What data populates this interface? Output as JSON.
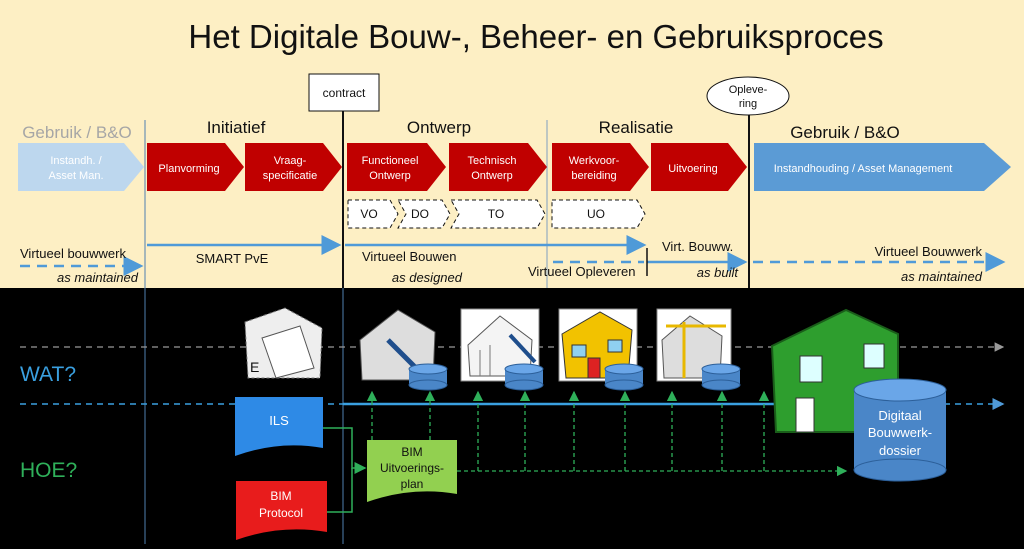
{
  "title": "Het Digitale Bouw-, Beheer- en Gebruiksproces",
  "phases": {
    "gebruik_left": "Gebruik / B&O",
    "initiatief": "Initiatief",
    "ontwerp": "Ontwerp",
    "realisatie": "Realisatie",
    "gebruik_right": "Gebruik / B&O"
  },
  "milestones": {
    "contract": "contract",
    "oplevering_line1": "Opleve-",
    "oplevering_line2": "ring"
  },
  "process_steps": {
    "instandh_line1": "Instandh. /",
    "instandh_line2": "Asset Man.",
    "planvorming": "Planvorming",
    "vraag_line1": "Vraag-",
    "vraag_line2": "specificatie",
    "functioneel_line1": "Functioneel",
    "functioneel_line2": "Ontwerp",
    "technisch_line1": "Technisch",
    "technisch_line2": "Ontwerp",
    "werkvoor_line1": "Werkvoor-",
    "werkvoor_line2": "bereiding",
    "uitvoering": "Uitvoering",
    "instandhouding": "Instandhouding / Asset Management"
  },
  "sub_steps": {
    "vo": "VO",
    "do": "DO",
    "to": "TO",
    "uo": "UO"
  },
  "timeline": {
    "virtueel_bouwwerk_left": "Virtueel bouwwerk",
    "as_maintained_left": "as maintained",
    "smart_pve": "SMART PvE",
    "virtueel_bouwen": "Virtueel Bouwen",
    "as_designed": "as designed",
    "virtueel_opleveren": "Virtueel Opleveren",
    "virt_bouww": "Virt. Bouww.",
    "as_built": "as built",
    "virtueel_bouwwerk_right": "Virtueel Bouwwerk",
    "as_maintained_right": "as maintained"
  },
  "lower": {
    "wat": "WAT?",
    "hoe": "HOE?",
    "ils": "ILS",
    "bim_protocol_line1": "BIM",
    "bim_protocol_line2": "Protocol",
    "bim_uitv_line1": "BIM",
    "bim_uitv_line2": "Uitvoerings-",
    "bim_uitv_line3": "plan",
    "dossier_line1": "Digitaal",
    "dossier_line2": "Bouwwerk-",
    "dossier_line3": "dossier"
  },
  "colors": {
    "upper_bg": "#fdefc4",
    "lower_bg": "#000000",
    "phase_red": "#c00000",
    "asset_blue": "#5b9bd5",
    "light_blue": "#bdd7ee",
    "line_blue": "#4f9ad8",
    "ils_blue": "#2e8ae6",
    "protocol_red": "#e81c1c",
    "uitv_green": "#92d050",
    "wat_blue": "#3aa0e0",
    "hoe_green": "#2fb05a",
    "house_green": "#2e9e2e",
    "house_yellow": "#f2c200",
    "db_blue": "#4a86c8"
  }
}
